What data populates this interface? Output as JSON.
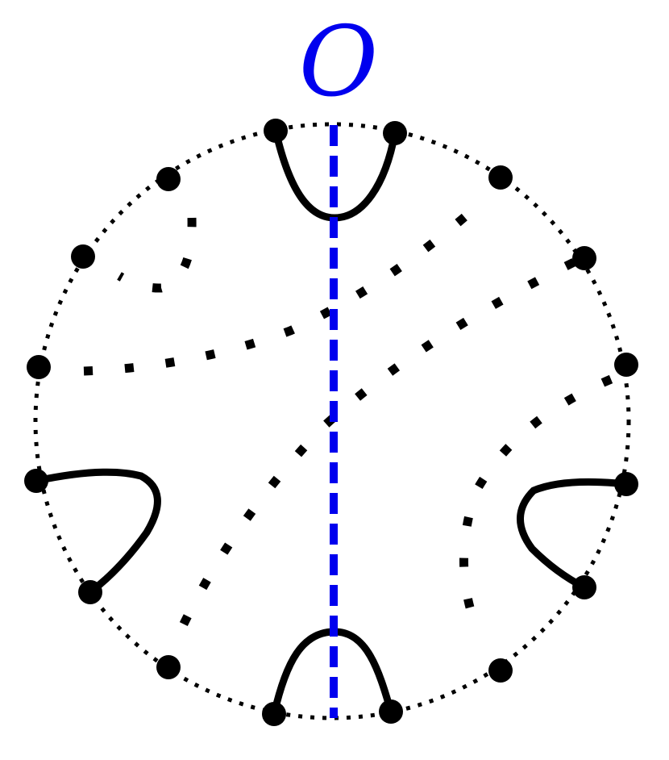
{
  "diagram": {
    "axis_label": "O",
    "colors": {
      "axis": "#0000ee",
      "ink": "#000000",
      "background": "#ffffff"
    },
    "boundary_style": "dotted-circle",
    "axis_style": "dashed-vertical",
    "points": [
      "top-left",
      "top-right",
      "upper-right-1",
      "upper-right-2",
      "right",
      "lower-right-1",
      "lower-right-2",
      "bottom-right-inner",
      "bottom-right",
      "bottom-left",
      "bottom-left-inner",
      "lower-left-2",
      "lower-left-1",
      "left",
      "upper-left-2",
      "upper-left-1"
    ],
    "solid_arcs": [
      [
        "top-left",
        "top-right"
      ],
      [
        "lower-left-1",
        "lower-left-2"
      ],
      [
        "lower-right-1",
        "lower-right-2"
      ],
      [
        "bottom-left",
        "bottom-right"
      ]
    ],
    "dotted_chords": [
      [
        "upper-left-1",
        "upper-left-2"
      ],
      [
        "left",
        "upper-right-1"
      ],
      [
        "upper-right-2",
        "bottom-left-inner"
      ],
      [
        "right",
        "bottom-right-inner"
      ]
    ]
  }
}
